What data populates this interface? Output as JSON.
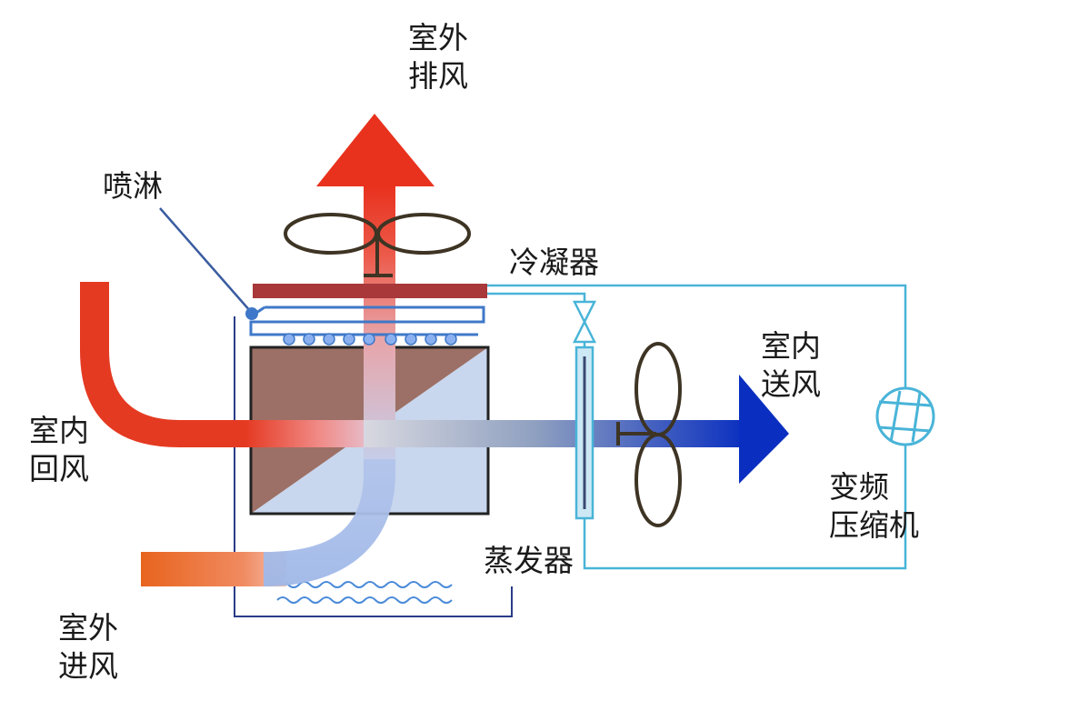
{
  "labels": {
    "outdoor_exhaust": [
      "室外",
      "排风"
    ],
    "spray": "喷淋",
    "condenser": "冷凝器",
    "indoor_supply": [
      "室内",
      "送风"
    ],
    "indoor_return": [
      "室内",
      "回风"
    ],
    "inverter_compressor": [
      "变频",
      "压缩机"
    ],
    "evaporator": "蒸发器",
    "outdoor_intake": [
      "室外",
      "进风"
    ]
  },
  "colors": {
    "exhaust_red": "#e8321e",
    "return_red": "#e53a22",
    "supply_blue": "#0a2fc0",
    "intake_orange": "#e8641e",
    "condenser_bar": "#a8383a",
    "piping": "#49b4d8",
    "spray_pipe": "#3f78c8",
    "heat_exchanger": "#9c7066",
    "fan_outline": "#3e3424"
  },
  "icons": [
    "fan-icon",
    "valve-icon",
    "compressor-icon",
    "water-wave-icon",
    "spray-nozzle-icon"
  ]
}
